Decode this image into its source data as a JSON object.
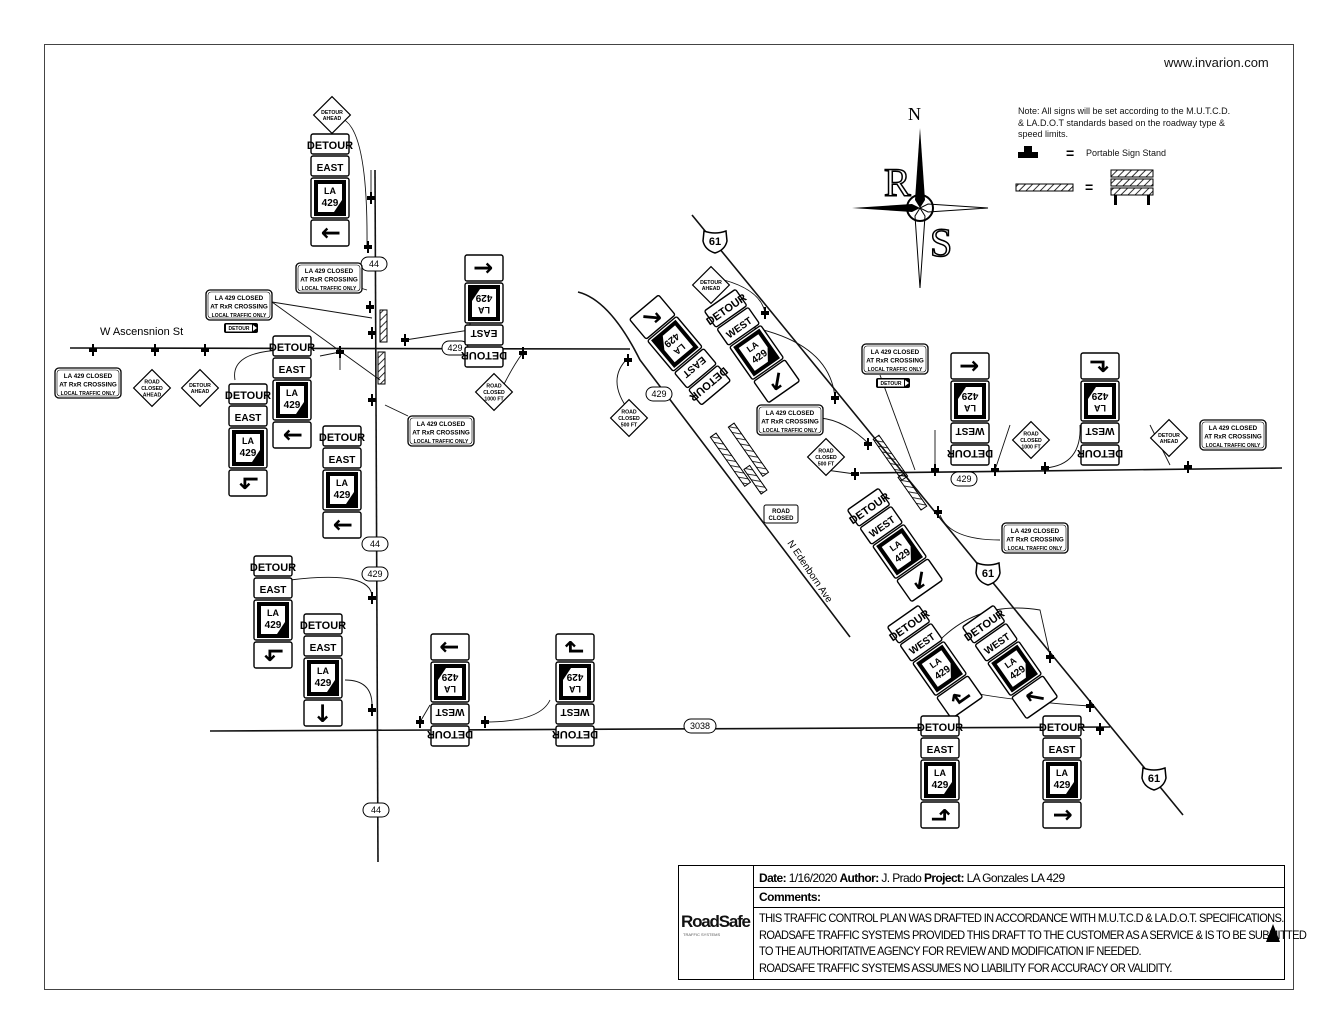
{
  "header": {
    "url": "www.invarion.com"
  },
  "legend": {
    "note": "Note: All signs will be set according to the M.U.T.C.D. & LA.D.O.T standards based on the roadway type & speed limits.",
    "equals": "=",
    "sign_stand_label": "Portable Sign Stand",
    "barricade_label": ""
  },
  "compass": {
    "n": "N",
    "r": "R",
    "s": "S"
  },
  "streets": {
    "ascension": "W Ascensnion St",
    "edenborn": "N Edenborn Ave"
  },
  "route_markers": {
    "la44": [
      "44",
      "44",
      "44"
    ],
    "la429": [
      "429",
      "429",
      "429",
      "429"
    ],
    "la3038": [
      "3038"
    ],
    "us61": [
      "61",
      "61",
      "61"
    ]
  },
  "detour_signs": [
    {
      "detour": "DETOUR",
      "dir": "EAST",
      "la": "LA",
      "route": "429",
      "arrow": "↓"
    },
    {
      "detour": "DETOUR",
      "dir": "EAST",
      "la": "LA",
      "route": "429",
      "arrow": "↓"
    },
    {
      "detour": "DETOUR",
      "dir": "EAST",
      "la": "LA",
      "route": "429",
      "arrow": "↓"
    },
    {
      "detour": "DETOUR",
      "dir": "EAST",
      "la": "LA",
      "route": "429",
      "arrow": "↳"
    },
    {
      "detour": "DETOUR",
      "dir": "EAST",
      "la": "LA",
      "route": "429",
      "arrow": "↓"
    },
    {
      "detour": "DETOUR",
      "dir": "EAST",
      "la": "LA",
      "route": "429",
      "arrow": "↳"
    },
    {
      "detour": "DETOUR",
      "dir": "EAST",
      "la": "LA",
      "route": "429",
      "arrow": "→"
    },
    {
      "detour": "DETOUR",
      "dir": "WEST",
      "la": "LA",
      "route": "429",
      "arrow": "↑"
    },
    {
      "detour": "DETOUR",
      "dir": "WEST",
      "la": "LA",
      "route": "429",
      "arrow": "↱"
    },
    {
      "detour": "DETOUR",
      "dir": "EAST",
      "la": "LA",
      "route": "429",
      "arrow": "↙"
    },
    {
      "detour": "DETOUR",
      "dir": "WEST",
      "la": "LA",
      "route": "429",
      "arrow": "↘"
    },
    {
      "detour": "DETOUR",
      "dir": "WEST",
      "la": "LA",
      "route": "429",
      "arrow": "↓"
    },
    {
      "detour": "DETOUR",
      "dir": "WEST",
      "la": "LA",
      "route": "429",
      "arrow": "↲"
    },
    {
      "detour": "DETOUR",
      "dir": "WEST",
      "la": "LA",
      "route": "429",
      "arrow": "↘"
    },
    {
      "detour": "DETOUR",
      "dir": "WEST",
      "la": "LA",
      "route": "429",
      "arrow": "↲"
    },
    {
      "detour": "DETOUR",
      "dir": "WEST",
      "la": "LA",
      "route": "429",
      "arrow": "↙"
    },
    {
      "detour": "DETOUR",
      "dir": "EAST",
      "la": "LA",
      "route": "429",
      "arrow": "↰"
    },
    {
      "detour": "DETOUR",
      "dir": "EAST",
      "la": "LA",
      "route": "429",
      "arrow": "↑"
    }
  ],
  "closed_signs": [
    [
      "LA 429 CLOSED",
      "AT RxR CROSSING",
      "LOCAL TRAFFIC ONLY"
    ],
    [
      "LA 429 CLOSED",
      "AT RxR CROSSING",
      "LOCAL TRAFFIC ONLY"
    ],
    [
      "LA 429 CLOSED",
      "AT RxR CROSSING",
      "LOCAL TRAFFIC ONLY"
    ],
    [
      "LA 429 CLOSED",
      "AT RxR CROSSING",
      "LOCAL TRAFFIC ONLY"
    ],
    [
      "LA 429 CLOSED",
      "AT RxR CROSSING",
      "LOCAL TRAFFIC ONLY"
    ],
    [
      "LA 429 CLOSED",
      "AT RxR CROSSING",
      "LOCAL TRAFFIC ONLY"
    ],
    [
      "LA 429 CLOSED",
      "AT RxR CROSSING",
      "LOCAL TRAFFIC ONLY"
    ],
    [
      "LA 429 CLOSED",
      "AT RxR CROSSING",
      "LOCAL TRAFFIC ONLY"
    ]
  ],
  "diamond_signs": [
    [
      "DETOUR",
      "AHEAD"
    ],
    [
      "ROAD",
      "CLOSED",
      "AHEAD"
    ],
    [
      "DETOUR",
      "AHEAD"
    ],
    [
      "ROAD",
      "CLOSED",
      "1000 FT"
    ],
    [
      "ROAD",
      "CLOSED",
      "500 FT"
    ],
    [
      "DETOUR",
      "AHEAD"
    ],
    [
      "ROAD",
      "CLOSED",
      "500 FT"
    ],
    [
      "ROAD",
      "CLOSED",
      "1000 FT"
    ],
    [
      "DETOUR",
      "AHEAD"
    ]
  ],
  "plaques": [
    "DETOUR",
    "DETOUR"
  ],
  "road_closed_sign": [
    "ROAD",
    "CLOSED"
  ],
  "title_block": {
    "logo": "RoadSafe",
    "logo_sub": "TRAFFIC SYSTEMS",
    "date_label": "Date:",
    "date": "1/16/2020",
    "author_label": "Author:",
    "author": "J. Prado",
    "project_label": "Project:",
    "project": "LA Gonzales LA 429",
    "comments_label": "Comments:",
    "comments": [
      "THIS TRAFFIC CONTROL PLAN WAS DRAFTED IN ACCORDANCE WITH M.U.T.C.D & LA.D.O.T. SPECIFICATIONS.",
      "ROADSAFE TRAFFIC SYSTEMS PROVIDED THIS DRAFT TO THE CUSTOMER AS A SERVICE & IS TO BE SUBMITTED",
      "TO THE AUTHORITATIVE AGENCY FOR REVIEW AND MODIFICATION IF NEEDED.",
      "ROADSAFE TRAFFIC SYSTEMS ASSUMES NO LIABILITY FOR ACCURACY OR VALIDITY."
    ]
  }
}
